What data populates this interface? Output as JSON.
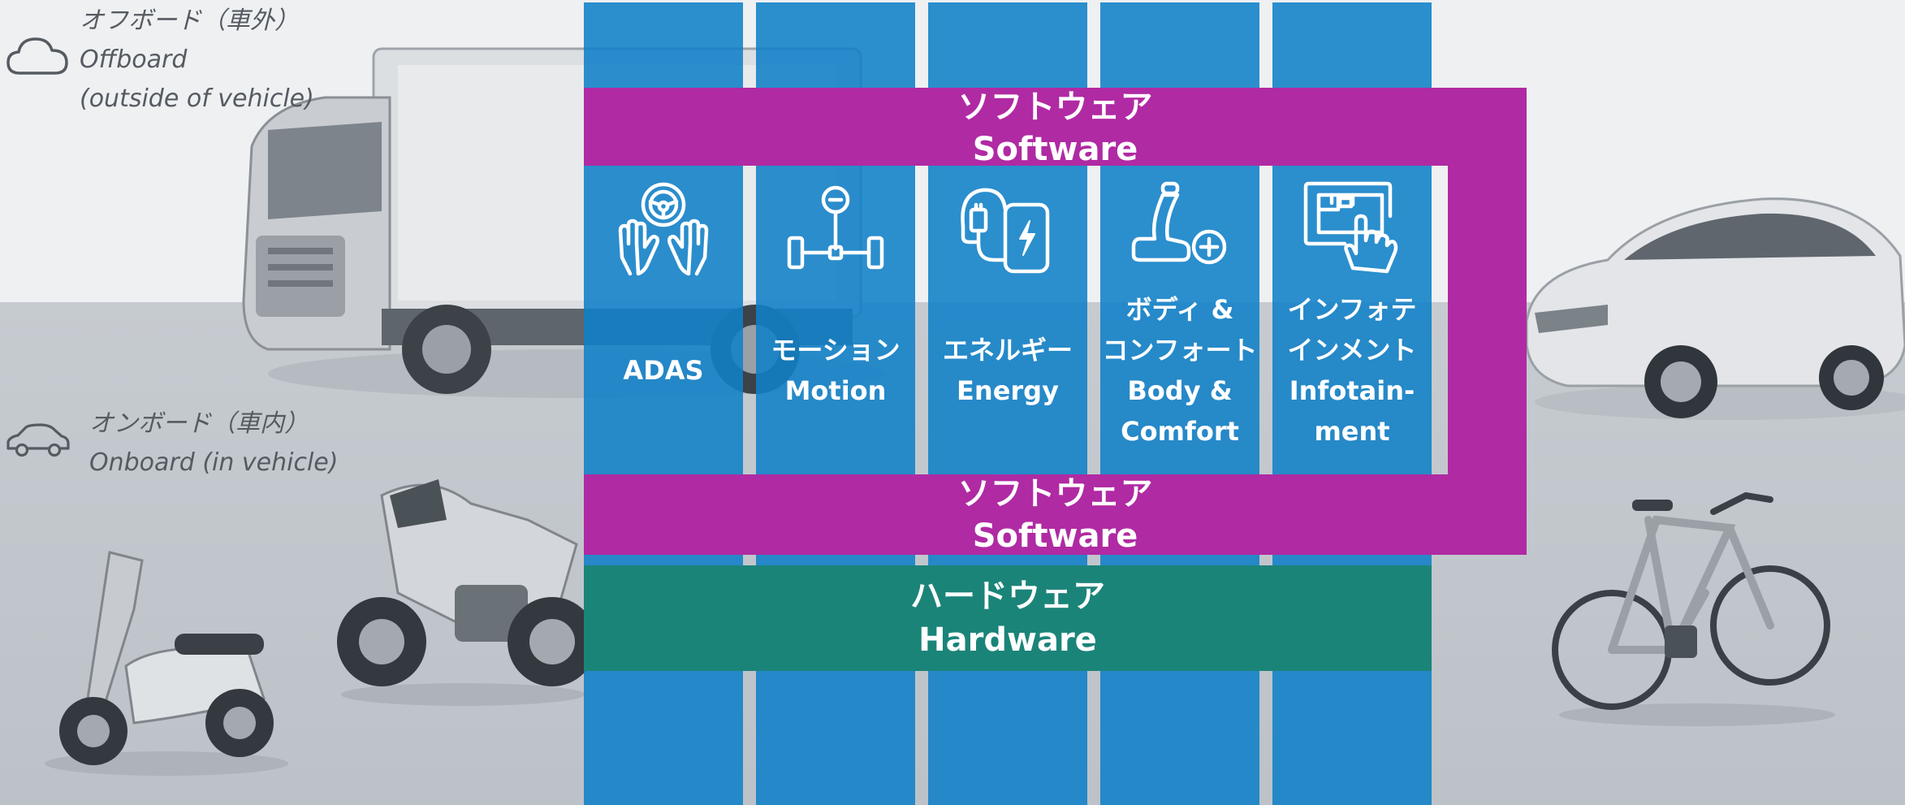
{
  "legend": {
    "offboard": {
      "jp": "オフボード（車外）",
      "en": "Offboard",
      "en2": "(outside of vehicle)"
    },
    "onboard": {
      "jp": "オンボード（車内）",
      "en": "Onboard (in vehicle)"
    }
  },
  "software_top": {
    "jp": "ソフトウェア",
    "en": "Software"
  },
  "software_bottom": {
    "jp": "ソフトウェア",
    "en": "Software"
  },
  "hardware": {
    "jp": "ハードウェア",
    "en": "Hardware"
  },
  "domains": [
    {
      "icon": "steering-wheel-hands-icon",
      "lines": [
        "ADAS"
      ]
    },
    {
      "icon": "axle-joystick-icon",
      "lines": [
        "モーション",
        "Motion"
      ]
    },
    {
      "icon": "charging-station-icon",
      "lines": [
        "エネルギー",
        "Energy"
      ]
    },
    {
      "icon": "car-seat-plus-icon",
      "lines": [
        "ボディ &",
        "コンフォート",
        "Body &",
        "Comfort"
      ]
    },
    {
      "icon": "touchscreen-icon",
      "lines": [
        "インフォテ",
        "インメント",
        "Infotain-",
        "ment"
      ]
    }
  ],
  "colors": {
    "column_blue": "#1080c7",
    "software_magenta": "#b02aa3",
    "hardware_teal": "#1b8479",
    "offboard_bg": "#eef0f2",
    "onboard_bg": "#c3c8cd"
  },
  "vehicles": [
    "truck",
    "car",
    "scooter",
    "motorcycle",
    "e-bike"
  ]
}
